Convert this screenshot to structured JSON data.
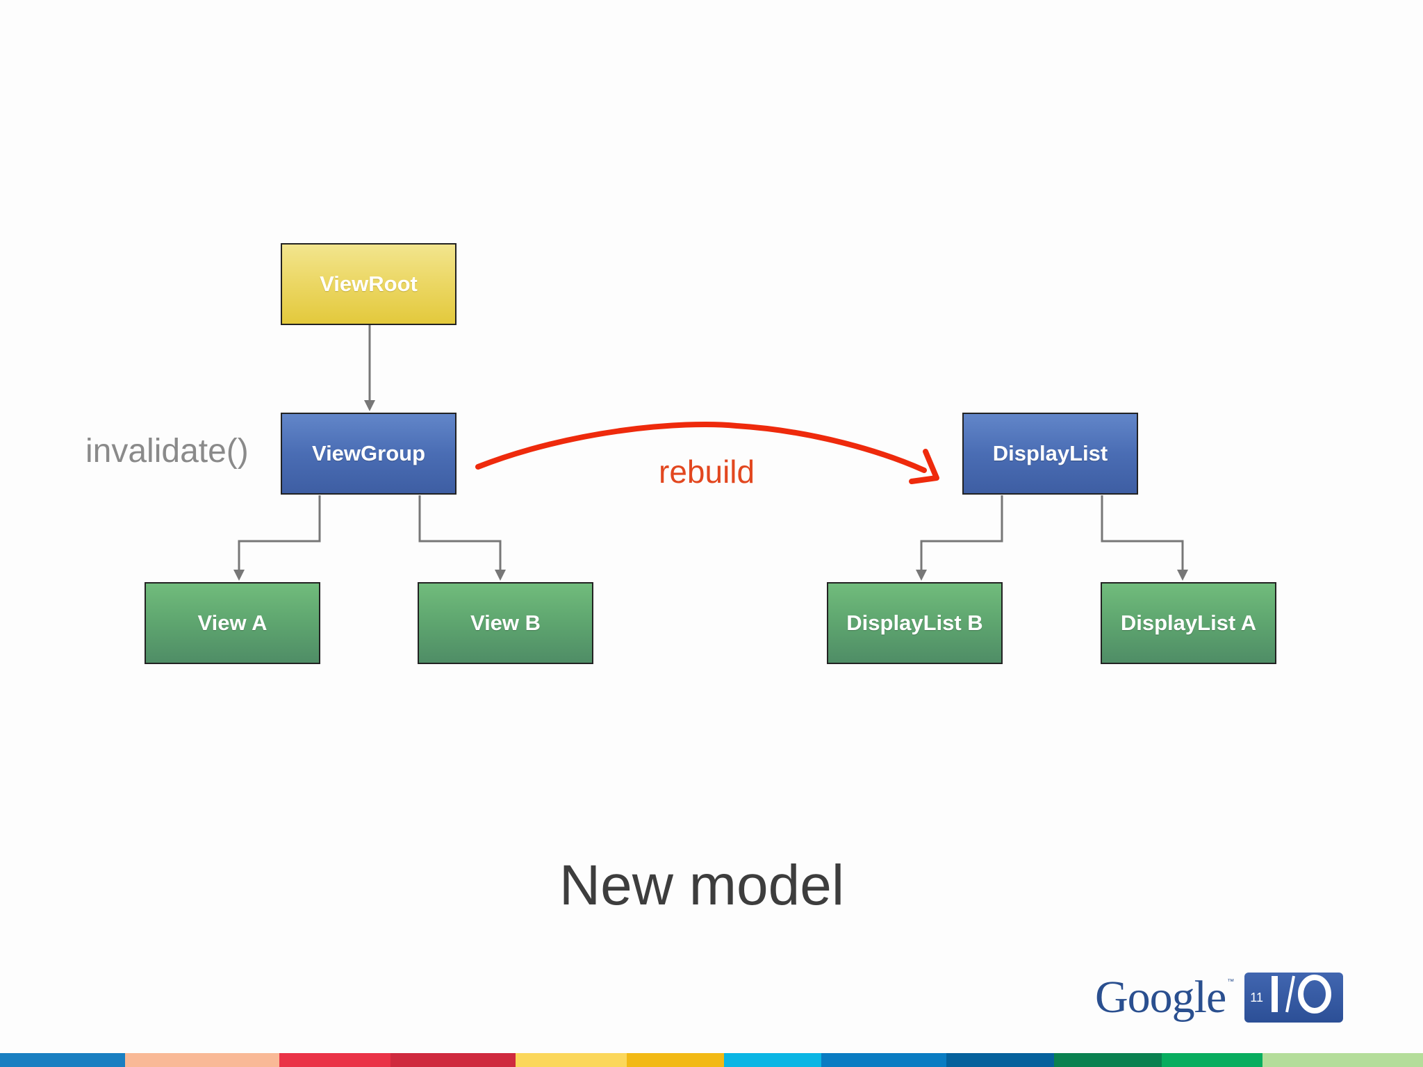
{
  "nodes": {
    "view_root": "ViewRoot",
    "view_group": "ViewGroup",
    "view_a": "View A",
    "view_b": "View B",
    "display_list": "DisplayList",
    "display_list_b": "DisplayList B",
    "display_list_a": "DisplayList A"
  },
  "annotations": {
    "invalidate": "invalidate()",
    "rebuild": "rebuild"
  },
  "title": "New model",
  "logo": {
    "brand": "Google",
    "trademark": "™",
    "year": "11",
    "event": "I/O"
  },
  "colors": {
    "connector": "#777777",
    "rebuild_arrow": "#ee2a0c",
    "node_yellow": "#e8d252",
    "node_blue": "#4a6db4",
    "node_green": "#5ea56f"
  },
  "footer_stripe_colors": [
    "#1a7fc1",
    "#f9b996",
    "#ea3347",
    "#cf2a3e",
    "#fbd75b",
    "#f2b915",
    "#0bb6e4",
    "#0a7cc2",
    "#05619c",
    "#0a8150",
    "#08ad5f",
    "#b4dd9a"
  ]
}
